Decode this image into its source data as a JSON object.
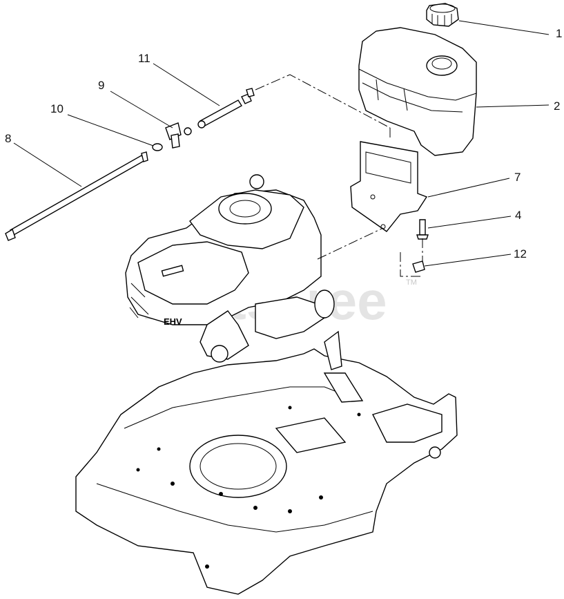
{
  "callouts": [
    {
      "id": "1",
      "label": "1"
    },
    {
      "id": "2",
      "label": "2"
    },
    {
      "id": "7",
      "label": "7"
    },
    {
      "id": "4",
      "label": "4"
    },
    {
      "id": "12",
      "label": "12"
    },
    {
      "id": "11",
      "label": "11"
    },
    {
      "id": "9",
      "label": "9"
    },
    {
      "id": "10",
      "label": "10"
    },
    {
      "id": "8",
      "label": "8"
    }
  ],
  "watermark": {
    "text": "PartsTree",
    "tm": "TM"
  }
}
